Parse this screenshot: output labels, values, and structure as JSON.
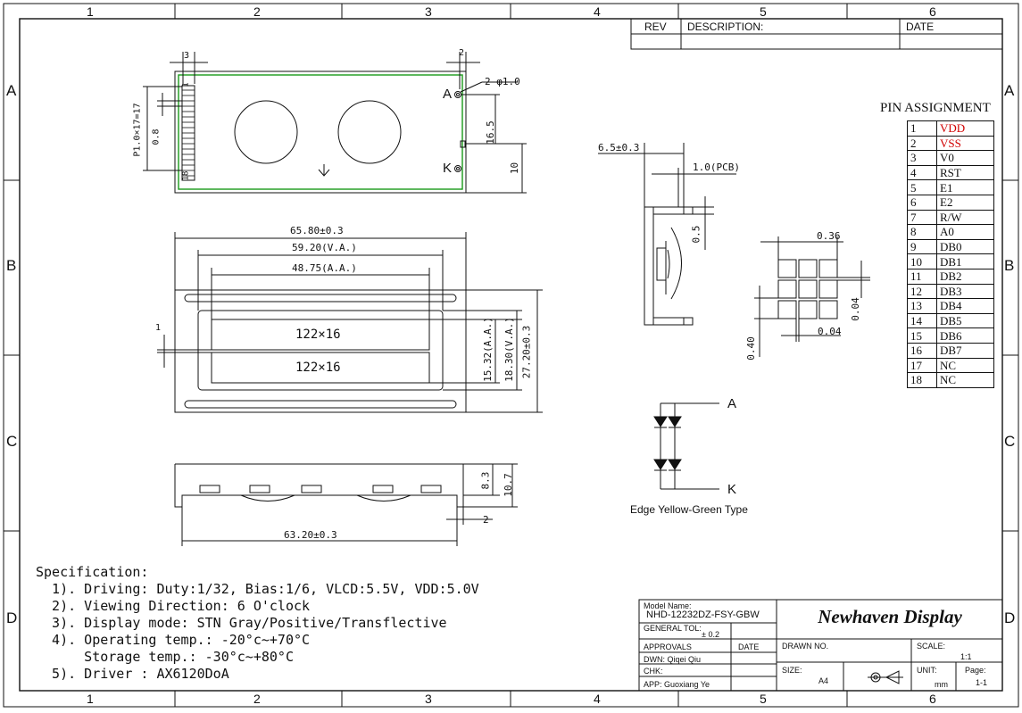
{
  "border": {
    "columns_top": [
      "1",
      "2",
      "3",
      "4",
      "5",
      "6"
    ],
    "columns_bottom": [
      "1",
      "2",
      "3",
      "4",
      "5",
      "6"
    ],
    "rows_left": [
      "A",
      "B",
      "C",
      "D"
    ],
    "rows_right": [
      "A",
      "B",
      "C",
      "D"
    ]
  },
  "revision_block": {
    "rev": "REV",
    "description": "DESCRIPTION:",
    "date": "DATE"
  },
  "top_view": {
    "pitch": "P1.0×17=17",
    "pin_width": "0.8",
    "pin_first": "1",
    "pin_last": "18",
    "dim_3": "3",
    "dim_2": "2",
    "hole": "2-φ1.0",
    "anode": "A",
    "cathode": "K",
    "dim_16_5": "16.5",
    "dim_10": "10",
    "arrow": "↓"
  },
  "front_view": {
    "overall_width": "65.80±0.3",
    "va_width": "59.20(V.A.)",
    "aa_width": "48.75(A.A.)",
    "gap": "1",
    "line1": "122×16",
    "line2": "122×16",
    "aa_height": "15.32(A.A.)",
    "va_height": "18.30(V.A.)",
    "overall_height": "27.20±0.3"
  },
  "side_view": {
    "height_8_3": "8.3",
    "height_10_7": "10.7",
    "dim_2": "2",
    "length": "63.20±0.3"
  },
  "section_view": {
    "thickness": "6.5±0.3",
    "pcb": "1.0(PCB)",
    "dim_0_5": "0.5"
  },
  "dot_detail": {
    "top": "0.36",
    "right": "0.04",
    "bottom": "0.04",
    "left": "0.40"
  },
  "led_circuit": {
    "anode": "A",
    "cathode": "K",
    "caption": "Edge Yellow-Green Type"
  },
  "pin_assignment": {
    "title": "PIN ASSIGNMENT",
    "pins": [
      {
        "no": "1",
        "sig": "VDD"
      },
      {
        "no": "2",
        "sig": "VSS"
      },
      {
        "no": "3",
        "sig": "V0"
      },
      {
        "no": "4",
        "sig": "RST"
      },
      {
        "no": "5",
        "sig": "E1"
      },
      {
        "no": "6",
        "sig": "E2"
      },
      {
        "no": "7",
        "sig": "R/W"
      },
      {
        "no": "8",
        "sig": "A0"
      },
      {
        "no": "9",
        "sig": "DB0"
      },
      {
        "no": "10",
        "sig": "DB1"
      },
      {
        "no": "11",
        "sig": "DB2"
      },
      {
        "no": "12",
        "sig": "DB3"
      },
      {
        "no": "13",
        "sig": "DB4"
      },
      {
        "no": "14",
        "sig": "DB5"
      },
      {
        "no": "15",
        "sig": "DB6"
      },
      {
        "no": "16",
        "sig": "DB7"
      },
      {
        "no": "17",
        "sig": "NC"
      },
      {
        "no": "18",
        "sig": "NC"
      }
    ],
    "highlight_color": "#d10000"
  },
  "specification": {
    "title": "Specification:",
    "lines": [
      "  1). Driving: Duty:1/32, Bias:1/6, VLCD:5.5V, VDD:5.0V",
      "  2). Viewing Direction: 6 O'clock",
      "  3). Display mode: STN Gray/Positive/Transflective",
      "  4). Operating temp.: -20°c~+70°C",
      "      Storage temp.: -30°c~+80°C",
      "  5). Driver : AX6120DoA"
    ]
  },
  "title_block": {
    "model_label": "Model Name:",
    "model": "NHD-12232DZ-FSY-GBW",
    "brand": "Newhaven Display",
    "general_tol_label": "GENERAL TOL:",
    "general_tol": "± 0.2",
    "approvals": "APPROVALS",
    "date": "DATE",
    "dwn": "DWN:  Qiqei Qiu",
    "chk": "CHK:",
    "app": "APP:   Guoxiang Ye",
    "drawn_no": "DRAWN NO.",
    "scale_label": "SCALE:",
    "scale": "1:1",
    "size_label": "SIZE:",
    "size": "A4",
    "unit_label": "UNIT:",
    "unit": "mm",
    "page_label": "Page:",
    "page": "1-1"
  }
}
